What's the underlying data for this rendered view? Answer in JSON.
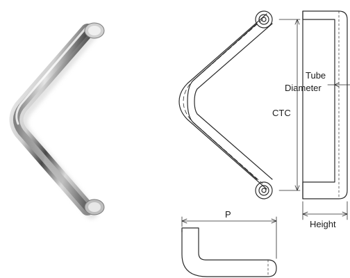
{
  "photo": {
    "description_name": "v-shaped-pull-handle-photo",
    "finish_colors": [
      "#f3f3f3",
      "#b8b8b8",
      "#5f5f5f",
      "#2b2b2b"
    ]
  },
  "drawing": {
    "stroke_color": "#2a2a2a",
    "labels": {
      "ctc": "CTC",
      "tube_diameter_line1": "Tube",
      "tube_diameter_line2": "Diameter",
      "height": "Height",
      "projection": "P"
    }
  }
}
